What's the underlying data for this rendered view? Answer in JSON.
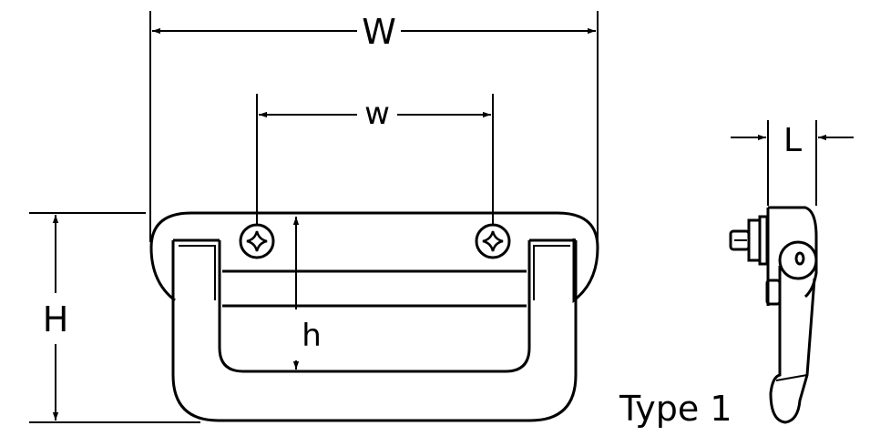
{
  "dimensions": {
    "W": "W",
    "w": "w",
    "H": "H",
    "h": "h",
    "L": "L"
  },
  "caption": "Type 1",
  "colors": {
    "line": "#000000",
    "background": "#ffffff"
  }
}
